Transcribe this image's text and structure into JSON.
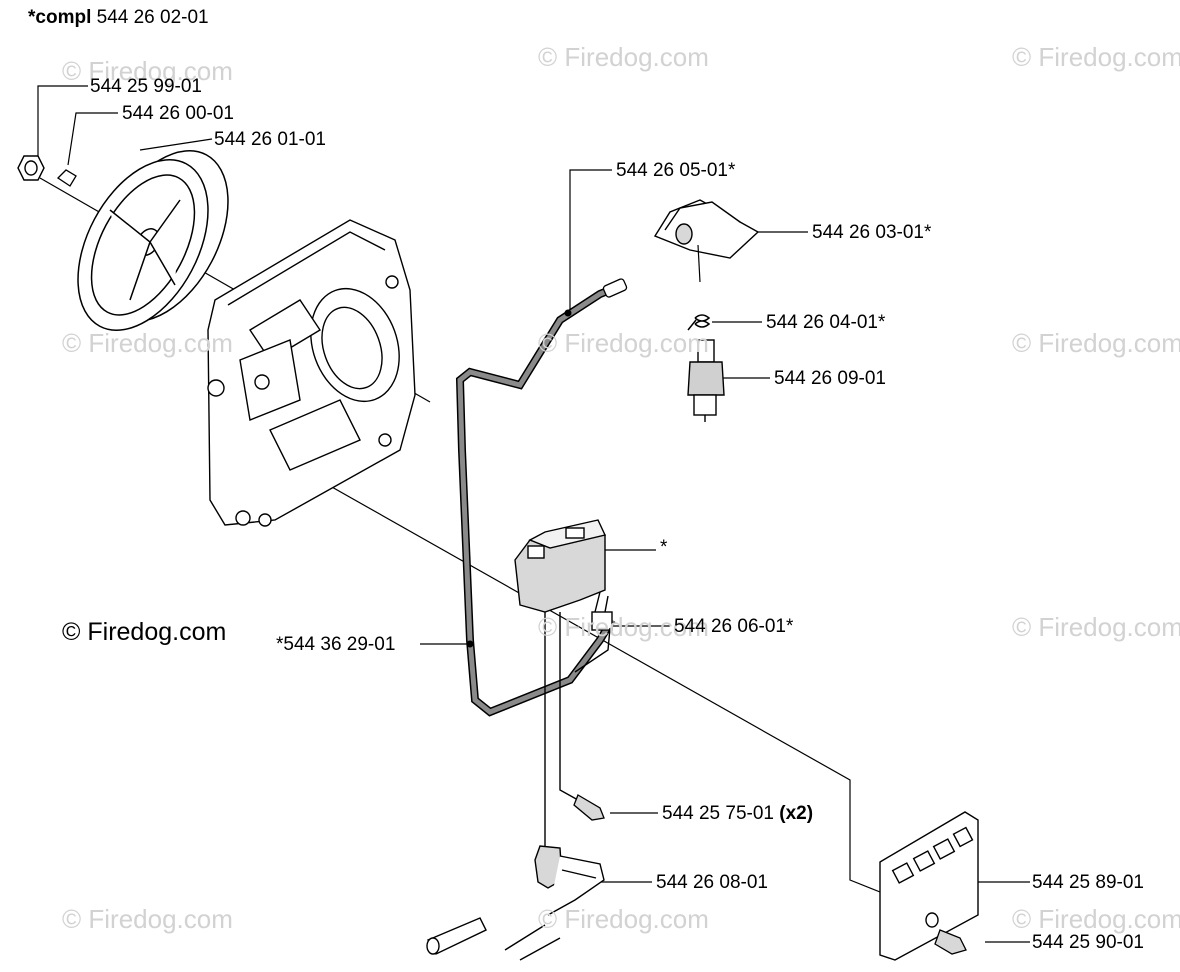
{
  "header": {
    "compl_prefix": "*compl",
    "compl_number": "544 26 02-01"
  },
  "copyright": "© Firedog.com",
  "watermark": "© Firedog.com",
  "parts": {
    "nut": "544 25 99-01",
    "key": "544 26 00-01",
    "flywheel": "544 26 01-01",
    "hv_lead": "544 26 05-01*",
    "plug_cap": "544 26 03-01*",
    "spring": "544 26 04-01*",
    "spark_plug": "544 26 09-01",
    "module": "*",
    "terminal": "544 26 06-01*",
    "cable": "*544 36 29-01",
    "screw": "544 25 75-01",
    "screw_qty": "(x2)",
    "connector": "544 26 08-01",
    "plate": "544 25 89-01",
    "plate_screw": "544 25 90-01"
  }
}
